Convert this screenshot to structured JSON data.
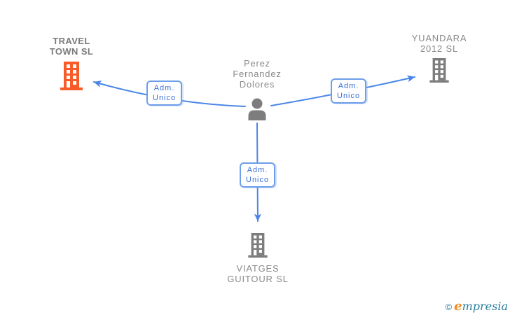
{
  "colors": {
    "bg": "#ffffff",
    "line": "#4a86e8",
    "box-border": "#6d9eeb",
    "box-text": "#3a6fd8",
    "label": "#8a8a8a",
    "label-strong": "#7b7b7b",
    "icon-gray": "#7d7d7d",
    "icon-orange": "#f85a28",
    "logo-teal": "#2a7f9e",
    "logo-orange": "#ef8a1f"
  },
  "person": {
    "line1": "Perez",
    "line2": "Fernandez",
    "line3": "Dolores"
  },
  "companies": {
    "travel": {
      "line1": "TRAVEL",
      "line2": "TOWN SL"
    },
    "yuandara": {
      "line1": "YUANDARA",
      "line2": "2012 SL"
    },
    "viatges": {
      "line1": "VIATGES",
      "line2": "GUITOUR SL"
    }
  },
  "relations": {
    "travel": {
      "line1": "Adm.",
      "line2": "Unico"
    },
    "yuandara": {
      "line1": "Adm.",
      "line2": "Unico"
    },
    "viatges": {
      "line1": "Adm.",
      "line2": "Unico"
    }
  },
  "watermark": {
    "copyright": "©",
    "brand_initial": "e",
    "brand_rest": "mpresia"
  }
}
